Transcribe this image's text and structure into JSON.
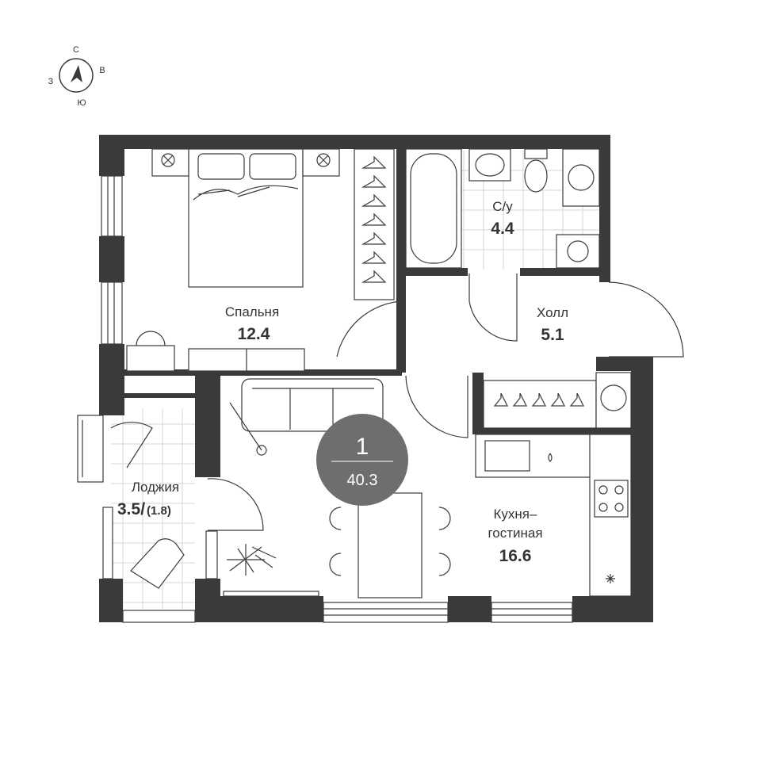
{
  "compass": {
    "north": "С",
    "east": "В",
    "south": "Ю",
    "west": "З"
  },
  "badge": {
    "rooms": "1",
    "total_area": "40.3"
  },
  "rooms": {
    "bedroom": {
      "name": "Спальня",
      "area": "12.4"
    },
    "bathroom": {
      "name": "С/у",
      "area": "4.4"
    },
    "hall": {
      "name": "Холл",
      "area": "5.1"
    },
    "kitchen_living": {
      "name_line1": "Кухня–",
      "name_line2": "гостиная",
      "area": "16.6"
    },
    "loggia": {
      "name": "Лоджия",
      "area": "3.5/",
      "area_reduced": "(1.8)"
    }
  },
  "colors": {
    "wall": "#3a3a3a",
    "badge": "#6e6e6e",
    "tile": "#d6d6d6"
  }
}
